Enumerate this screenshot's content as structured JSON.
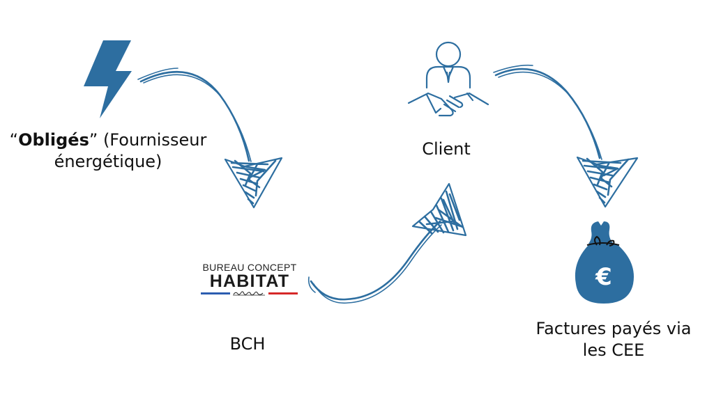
{
  "nodes": {
    "obliges": {
      "open_quote": "“",
      "bold_text": "Obligés",
      "close_quote": "”",
      "rest_line1": " (Fournisseur",
      "line2": "énergétique)"
    },
    "client": {
      "label": "Client"
    },
    "bch": {
      "label": "BCH",
      "logo_line1": "BUREAU CONCEPT",
      "logo_line2": "HABITAT"
    },
    "factures": {
      "line1": "Factures payés via",
      "line2": "les CEE"
    }
  },
  "icons": {
    "bolt": "lightning-bolt-icon",
    "handshake": "handshake-icon",
    "money_bag": "euro-money-bag-icon",
    "euro_symbol": "€"
  },
  "colors": {
    "accent": "#2d6ea0",
    "text": "#111111",
    "logo_blue": "#2c5db0",
    "logo_red": "#d62828"
  }
}
